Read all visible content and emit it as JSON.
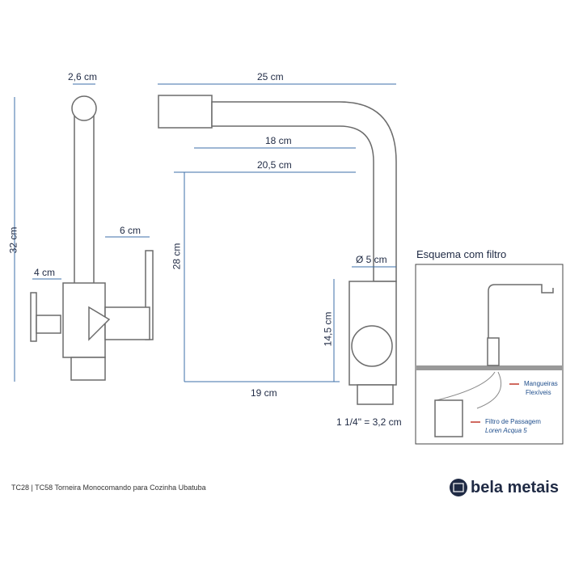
{
  "dimensions": {
    "top_width": "2,6 cm",
    "total_height": "32 cm",
    "lever_offset": "6 cm",
    "left_lever": "4 cm",
    "spout_length": "25 cm",
    "reach_inner": "18 cm",
    "reach": "20,5 cm",
    "spout_height": "28 cm",
    "body_diameter": "Ø 5 cm",
    "body_height": "14,5 cm",
    "base_reach": "19 cm",
    "thread": "1 1/4\" = 3,2 cm"
  },
  "schema": {
    "title": "Esquema com filtro",
    "hoses_line1": "Mangueiras",
    "hoses_line2": "Flexíveis",
    "filter_line1": "Filtro de Passagem",
    "filter_line2": "Loren Acqua 5"
  },
  "footer": {
    "caption": "TC28 | TC58 Torneira Monocomando para Cozinha Ubatuba",
    "brand": "bela metais",
    "brand_color": "#1f2a44"
  }
}
